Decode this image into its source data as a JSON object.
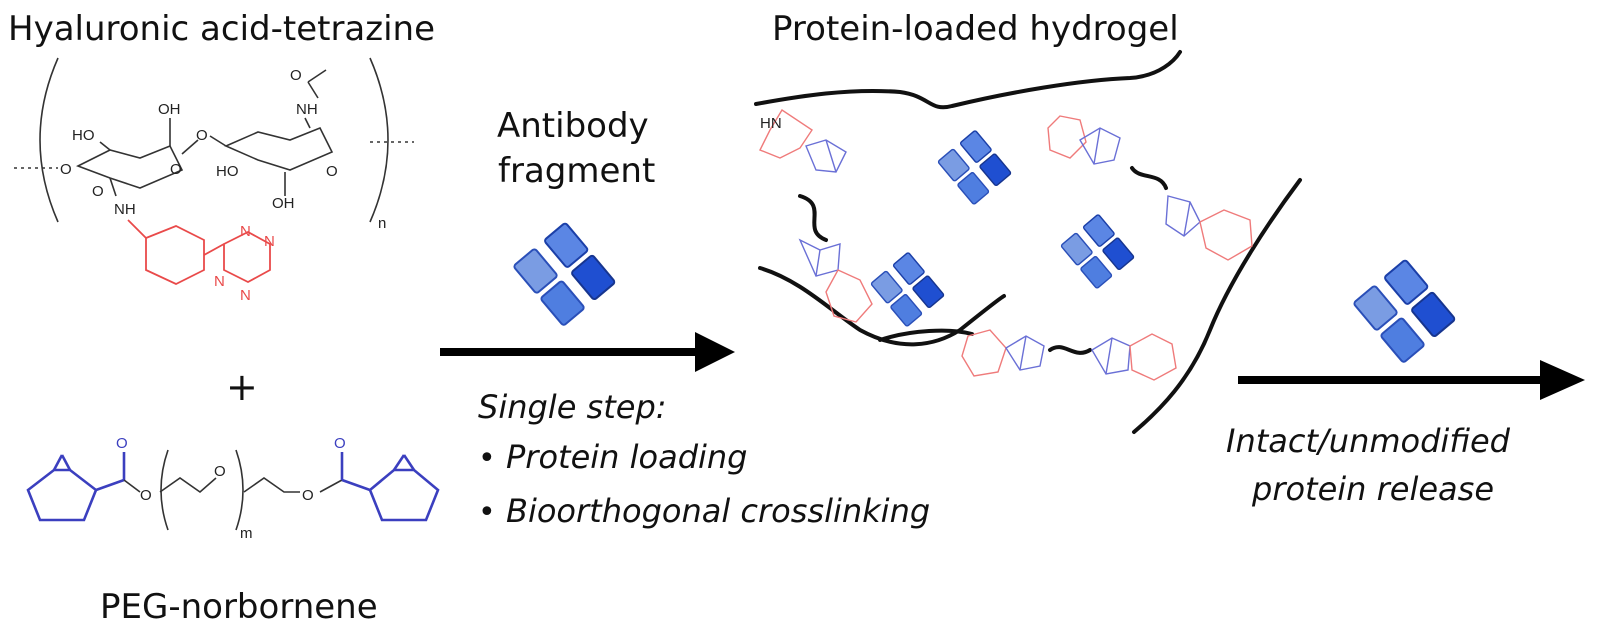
{
  "labels": {
    "ha_tetrazine": "Hyaluronic acid-tetrazine",
    "peg_norbornene": "PEG-norbornene",
    "plus": "+",
    "antibody_line1": "Antibody",
    "antibody_line2": "fragment",
    "hydrogel": "Protein-loaded hydrogel",
    "single_step": "Single step:",
    "bullet1": "Protein loading",
    "bullet2": "Bioorthogonal crosslinking",
    "release_line1": "Intact/unmodified",
    "release_line2": "protein release"
  },
  "chem": {
    "oh": "OH",
    "ho": "HO",
    "o": "O",
    "nh": "NH",
    "n": "N",
    "sub_n": "n",
    "sub_m": "m"
  },
  "colors": {
    "tetrazine": "#e94a4a",
    "norbornene": "#3b3fbf",
    "protein_light": "#6f93e0",
    "protein_dark": "#1f4fd1",
    "chain": "#111111"
  }
}
